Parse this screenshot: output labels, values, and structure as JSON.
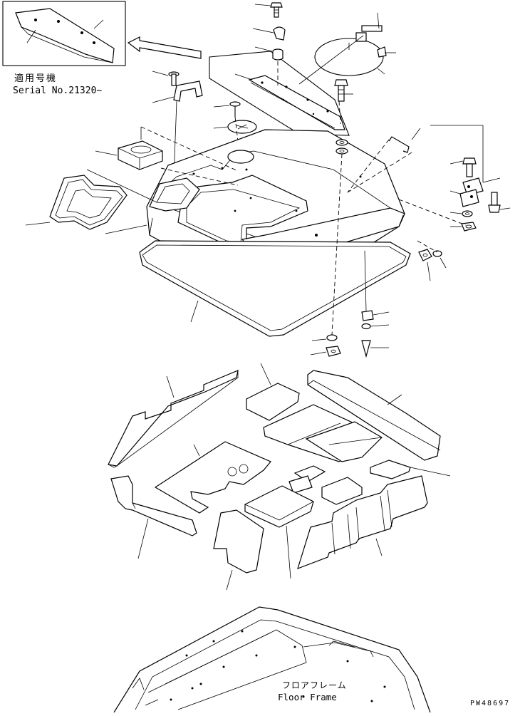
{
  "inset": {
    "applicable_label_jp": "適用号機",
    "serial_label": "Serial No.21320~"
  },
  "floor_frame": {
    "label_jp": "フロアフレーム",
    "label_en": "Floor Frame"
  },
  "drawing_number": "PW48697"
}
